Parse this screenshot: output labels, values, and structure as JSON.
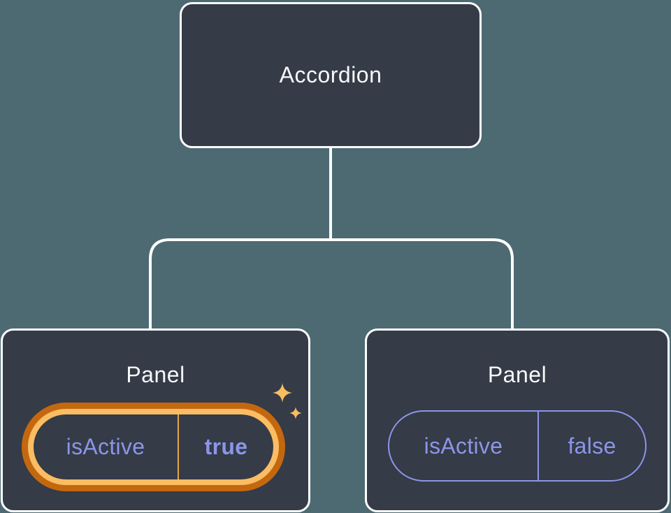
{
  "tree": {
    "root": {
      "label": "Accordion"
    },
    "panels": [
      {
        "label": "Panel",
        "prop_name": "isActive",
        "prop_value": "true",
        "highlighted": true
      },
      {
        "label": "Panel",
        "prop_name": "isActive",
        "prop_value": "false",
        "highlighted": false
      }
    ]
  },
  "icons": [
    {
      "name": "sparkle-icon-large",
      "glyph": "four-point-star"
    },
    {
      "name": "sparkle-icon-small",
      "glyph": "four-point-star"
    }
  ],
  "colors": {
    "bg": "#4D6A73",
    "card": "#353B47",
    "card-border": "#FFFFFF",
    "line": "#FFFFFF",
    "title": "#F6F7F9",
    "purple": "#8B96E8",
    "gold": "#FBBD64",
    "orange": "#C4680F",
    "divider-gold": "#E7A64C",
    "sparkle": "#F9BD62"
  }
}
